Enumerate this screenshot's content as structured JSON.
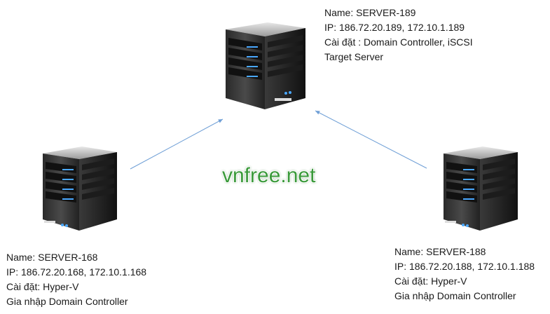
{
  "servers": {
    "top": {
      "name": "Name: SERVER-189",
      "ip": "IP: 186.72.20.189, 172.10.1.189",
      "role_line1": "Cài đặt : Domain Controller, iSCSI",
      "role_line2": "Target Server"
    },
    "left": {
      "name": "Name: SERVER-168",
      "ip": "IP: 186.72.20.168, 172.10.1.168",
      "role_line1": "Cài đặt: Hyper-V",
      "role_line2": "Gia nhập Domain Controller"
    },
    "right": {
      "name": "Name: SERVER-188",
      "ip": "IP: 186.72.20.188, 172.10.1.188",
      "role_line1": "Cài đặt: Hyper-V",
      "role_line2": "Gia nhập Domain Controller"
    }
  },
  "watermark": "vnfree.net",
  "colors": {
    "arrow": "#6f9fd6",
    "watermark_fill": "#3a9a3a",
    "watermark_outline": "#ffffff",
    "server_led": "#4aa8ff"
  },
  "icons": {
    "server": "server-tower-icon"
  }
}
